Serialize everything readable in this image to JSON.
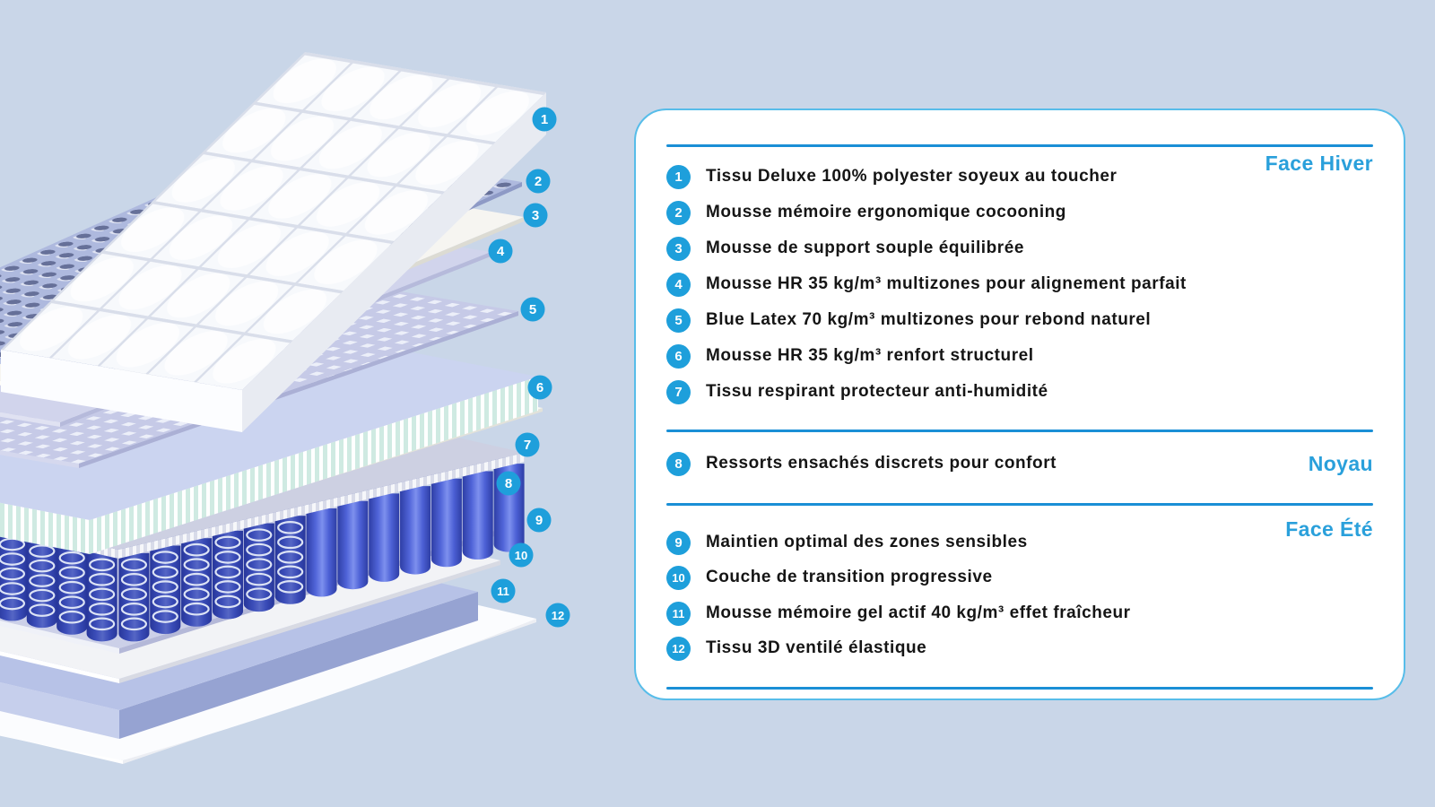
{
  "colors": {
    "background": "#c9d6e8",
    "panel_bg": "#ffffff",
    "panel_border": "#57bde9",
    "divider": "#1a8fd6",
    "header_text": "#2aa0db",
    "item_text": "#151515",
    "badge_bg": "#1e9fdb",
    "badge_text": "#ffffff",
    "spring_blue": "#4a5fd6"
  },
  "panel": {
    "sections": [
      {
        "header": "Face Hiver",
        "items": [
          {
            "num": "1",
            "text": "Tissu Deluxe 100% polyester soyeux au toucher"
          },
          {
            "num": "2",
            "text": "Mousse mémoire ergonomique cocooning"
          },
          {
            "num": "3",
            "text": "Mousse de support souple équilibrée"
          },
          {
            "num": "4",
            "text": "Mousse HR 35 kg/m³ multizones pour alignement parfait"
          },
          {
            "num": "5",
            "text": "Blue Latex 70 kg/m³ multizones pour rebond naturel"
          },
          {
            "num": "6",
            "text": "Mousse HR 35 kg/m³ renfort structurel"
          },
          {
            "num": "7",
            "text": "Tissu respirant protecteur anti-humidité"
          }
        ]
      },
      {
        "header": "Noyau",
        "items": [
          {
            "num": "8",
            "text": "Ressorts ensachés discrets pour confort"
          }
        ]
      },
      {
        "header": "Face Été",
        "items": [
          {
            "num": "9",
            "text": "Maintien optimal des zones sensibles"
          },
          {
            "num": "10",
            "text": "Couche de transition progressive"
          },
          {
            "num": "11",
            "text": "Mousse mémoire gel actif 40 kg/m³ effet fraîcheur"
          },
          {
            "num": "12",
            "text": "Tissu 3D ventilé élastique"
          }
        ]
      }
    ]
  },
  "diagram": {
    "badges": [
      {
        "num": "1",
        "layer": "quilted-deluxe-cover"
      },
      {
        "num": "2",
        "layer": "memory-foam-perforated"
      },
      {
        "num": "3",
        "layer": "soft-support-foam"
      },
      {
        "num": "4",
        "layer": "hr-foam-multizone"
      },
      {
        "num": "5",
        "layer": "blue-latex-multizone"
      },
      {
        "num": "6",
        "layer": "hr-foam-reinforcement"
      },
      {
        "num": "7",
        "layer": "breathable-protective-fabric"
      },
      {
        "num": "8",
        "layer": "pocket-springs"
      },
      {
        "num": "9",
        "layer": "sensitive-zone-support"
      },
      {
        "num": "10",
        "layer": "transition-layer"
      },
      {
        "num": "11",
        "layer": "gel-memory-foam"
      },
      {
        "num": "12",
        "layer": "ventilated-3d-fabric"
      }
    ]
  }
}
